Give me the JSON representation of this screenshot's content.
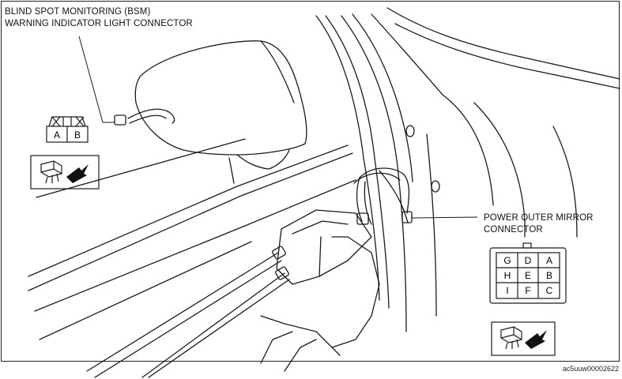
{
  "labels": {
    "bsm_line1": "BLIND SPOT MONITORING (BSM)",
    "bsm_line2": "WARNING INDICATOR LIGHT CONNECTOR",
    "pom_line1": "POWER OUTER MIRROR",
    "pom_line2": "CONNECTOR"
  },
  "bsm_connector": {
    "pins": [
      "A",
      "B"
    ]
  },
  "mirror_connector": {
    "pins": [
      [
        "G",
        "D",
        "A"
      ],
      [
        "H",
        "E",
        "B"
      ],
      [
        "I",
        "F",
        "C"
      ]
    ]
  },
  "figure_code": "ac5uuw00002622",
  "icons": [
    "connector-view-arrow-icon"
  ]
}
